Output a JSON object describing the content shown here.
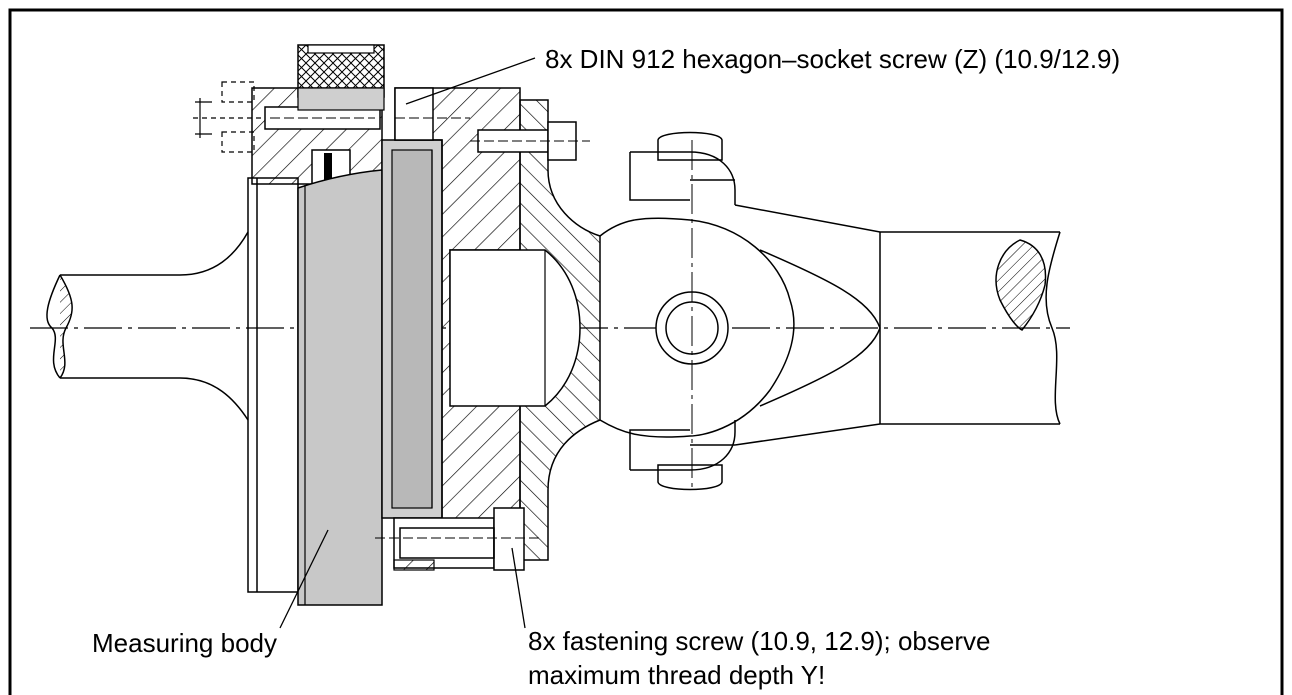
{
  "callouts": {
    "hex_socket_screw": "8x DIN 912 hexagon–socket screw (Z) (10.9/12.9)",
    "measuring_body": "Measuring body",
    "fastening_screw_line1": "8x fastening screw (10.9, 12.9); observe",
    "fastening_screw_line2": "maximum thread depth Y!"
  }
}
